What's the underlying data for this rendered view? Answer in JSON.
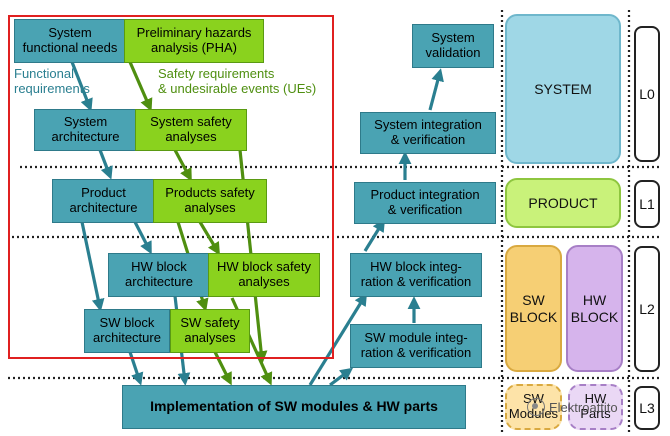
{
  "boxes": {
    "system_functional_needs": "System\nfunctional needs",
    "pha": "Preliminary hazards\nanalysis (PHA)",
    "system_architecture": "System\narchitecture",
    "system_safety_analyses": "System safety\nanalyses",
    "product_architecture": "Product\narchitecture",
    "products_safety_analyses": "Products safety\nanalyses",
    "hw_block_architecture": "HW block\narchitecture",
    "hw_block_safety_analyses": "HW block safety\nanalyses",
    "sw_block_architecture": "SW  block\narchitecture",
    "sw_safety_analyses": "SW safety\nanalyses",
    "system_validation": "System\nvalidation",
    "system_integration": "System integration\n& verification",
    "product_integration": "Product integration\n& verification",
    "hw_block_integration": "HW  block  integ-\nration & verification",
    "sw_module_integration": "SW module integ-\nration & verification",
    "implementation": "Implementation of SW modules  & HW parts"
  },
  "labels": {
    "functional_requirements": "Functional\nrequirements",
    "safety_requirements": "Safety requirements\n& undesirable events (UEs)"
  },
  "side": {
    "system": "SYSTEM",
    "product": "PRODUCT",
    "sw_block": "SW\nBLOCK",
    "hw_block": "HW\nBLOCK",
    "sw_modules": "SW\nModules",
    "hw_parts": "HW\nParts"
  },
  "levels": {
    "l0": "L0",
    "l1": "L1",
    "l2": "L2",
    "l3": "L3"
  },
  "watermark": "Elektroattito",
  "colors": {
    "teal_box": "#4aa3b3",
    "green_box": "#8ad21e",
    "teal_arrow": "#2a7f90",
    "green_arrow": "#4f8f10",
    "red_frame": "#e02020"
  }
}
